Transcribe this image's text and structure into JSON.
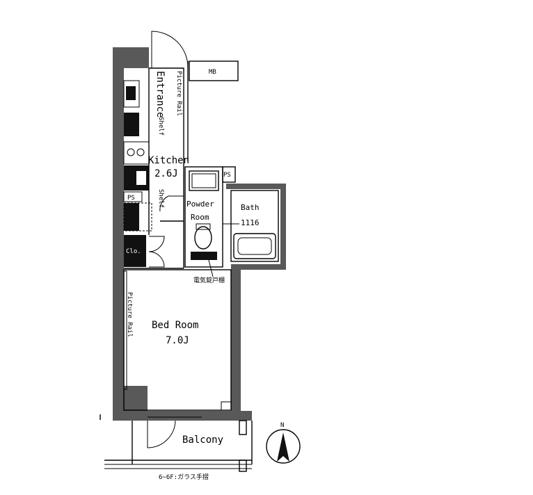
{
  "rooms": {
    "entrance": "Entrance",
    "kitchen": "Kitchen",
    "kitchen_size": "2.6J",
    "powder_room_line1": "Powder",
    "powder_room_line2": "Room",
    "bath": "Bath",
    "bath_size": "1116",
    "bedroom": "Bed Room",
    "bedroom_size": "7.0J",
    "balcony": "Balcony"
  },
  "labels": {
    "mb": "MB",
    "ps_top": "PS",
    "ps_left": "PS",
    "clo": "Clo.",
    "shelf_1": "Shelf",
    "shelf_2": "Shelf",
    "picture_rail_1": "Picture Rail",
    "picture_rail_2": "Picture Rail",
    "door_note": "電気錠戸棚",
    "handrail_note": "6~6F:ガラス手摺"
  },
  "compass": {
    "north": "N"
  }
}
